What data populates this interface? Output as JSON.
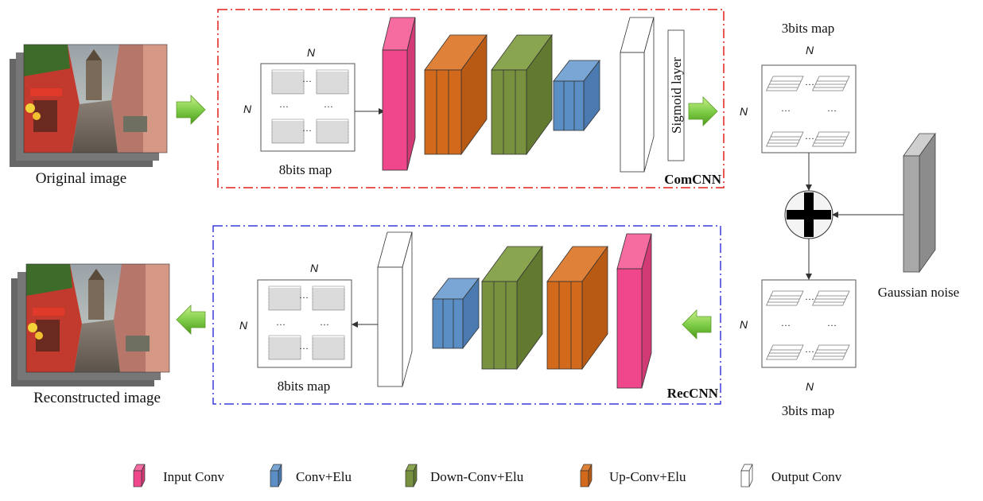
{
  "images": {
    "original_caption": "Original image",
    "reconstructed_caption": "Reconstructed image"
  },
  "comcnn": {
    "label": "ComCNN",
    "sigmoid_label": "Sigmoid layer",
    "map_caption": "8bits map",
    "map_dim": "N",
    "border_color": "#e0201c"
  },
  "reccnn": {
    "label": "RecCNN",
    "map_caption": "8bits map",
    "map_dim": "N",
    "border_color": "#3b3bd8"
  },
  "bit_map_top": {
    "caption": "3bits map",
    "dim": "N"
  },
  "bit_map_bottom": {
    "caption": "3bits map",
    "dim": "N"
  },
  "noise": {
    "label": "Gaussian noise"
  },
  "legend": [
    {
      "label": "Input Conv",
      "color": "#f0478c"
    },
    {
      "label": "Conv+Elu",
      "color": "#5b8ec4"
    },
    {
      "label": "Down-Conv+Elu",
      "color": "#77913f"
    },
    {
      "label": "Up-Conv+Elu",
      "color": "#d2691b"
    },
    {
      "label": "Output Conv",
      "color": "#ffffff"
    }
  ],
  "colors": {
    "input_conv": "#f0478c",
    "conv_elu": "#5b8ec4",
    "down_conv": "#77913f",
    "up_conv": "#d2691b",
    "output_conv": "#ffffff",
    "arrow_green": "#7ac943"
  }
}
